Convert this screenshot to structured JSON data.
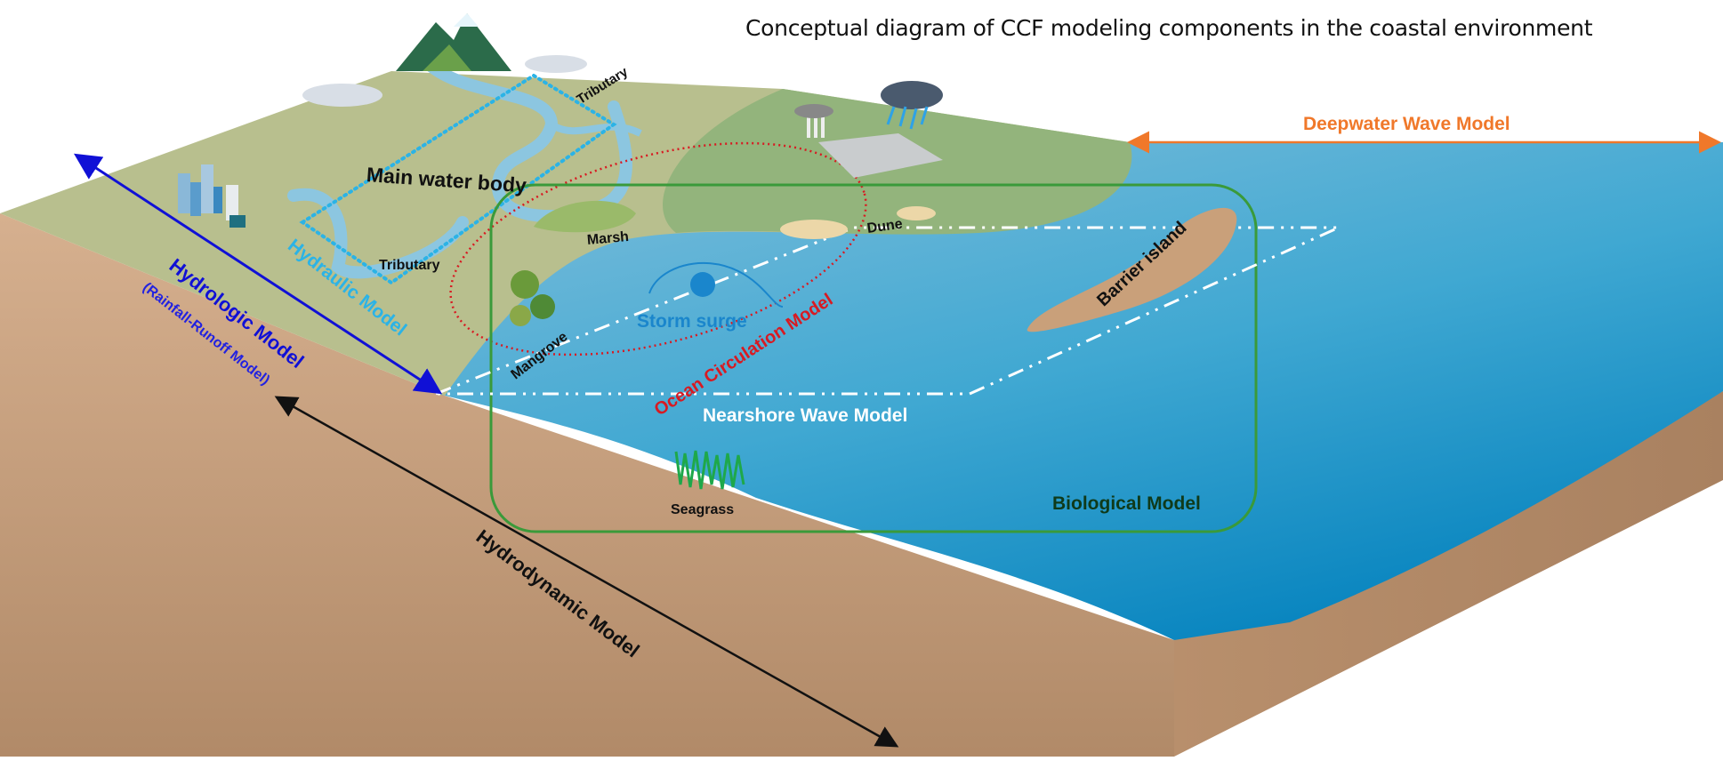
{
  "title": "Conceptual diagram of CCF modeling components in the coastal environment",
  "models": {
    "deepwater_wave": "Deepwater Wave Model",
    "hydraulic": "Hydraulic Model",
    "hydrologic": "Hydrologic Model",
    "hydrologic_sub": "(Rainfall-Runoff Model)",
    "ocean_circulation": "Ocean Circulation Model",
    "nearshore_wave": "Nearshore Wave Model",
    "biological": "Biological Model",
    "hydrodynamic": "Hydrodynamic Model"
  },
  "features": {
    "main_water_body": "Main water body",
    "tributary_upper": "Tributary",
    "tributary_lower": "Tributary",
    "marsh": "Marsh",
    "mangrove": "Mangrove",
    "dune": "Dune",
    "storm_surge": "Storm surge",
    "barrier_island": "Barrier island",
    "seagrass": "Seagrass"
  },
  "icons": [
    "mountain-icon",
    "cloud-icon",
    "city-icon",
    "factory-icon",
    "storm-cloud-icon",
    "marsh-icon",
    "mangrove-icon",
    "dune-icon",
    "wave-icon",
    "seagrass-icon"
  ],
  "colors": {
    "land": "#b8bf8e",
    "land_green": "#93b47c",
    "soil": "#c9a481",
    "water": "#7bbcd8",
    "deep_water": "#0a8fc4",
    "hydraulic": "#2bb3e6",
    "hydrologic": "#1010d6",
    "ocean_circulation": "#d81a22",
    "deepwater_wave": "#f0782a",
    "biological": "#3a9a3a"
  }
}
